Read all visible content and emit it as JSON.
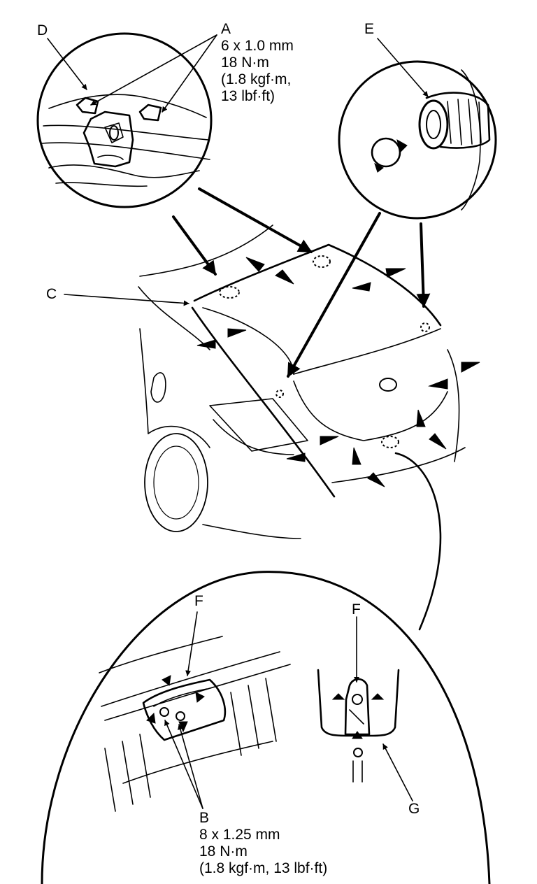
{
  "labels": {
    "a": "A",
    "a_spec": "6 x 1.0 mm",
    "a_torque": "18 N·m",
    "a_torque_alt1": "(1.8 kgf·m,",
    "a_torque_alt2": "13 lbf·ft)",
    "b": "B",
    "b_spec": "8 x 1.25 mm",
    "b_torque": "18 N·m",
    "b_torque_alt": "(1.8 kgf·m, 13 lbf·ft)",
    "c": "C",
    "d": "D",
    "e": "E",
    "f_left": "F",
    "f_right": "F",
    "g": "G"
  },
  "colors": {
    "line": "#000000",
    "background": "#ffffff",
    "arrow_open": "#ffffff"
  }
}
